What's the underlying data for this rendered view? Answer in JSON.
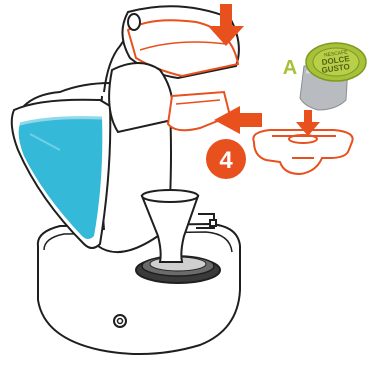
{
  "figure": {
    "step_number": "4",
    "capsule_label": "A",
    "capsule_brand": [
      "NESCAFÉ",
      "DOLCE",
      "GUSTO"
    ]
  },
  "colors": {
    "accent_orange": "#e8501e",
    "capsule_green": "#a8c13a",
    "capsule_green_dark": "#7e9a1e",
    "water_blue": "#35b9d8",
    "outline": "#1f1f1f"
  },
  "icons": {
    "arrow": "down-arrow",
    "step_badge": "orange-circle"
  }
}
